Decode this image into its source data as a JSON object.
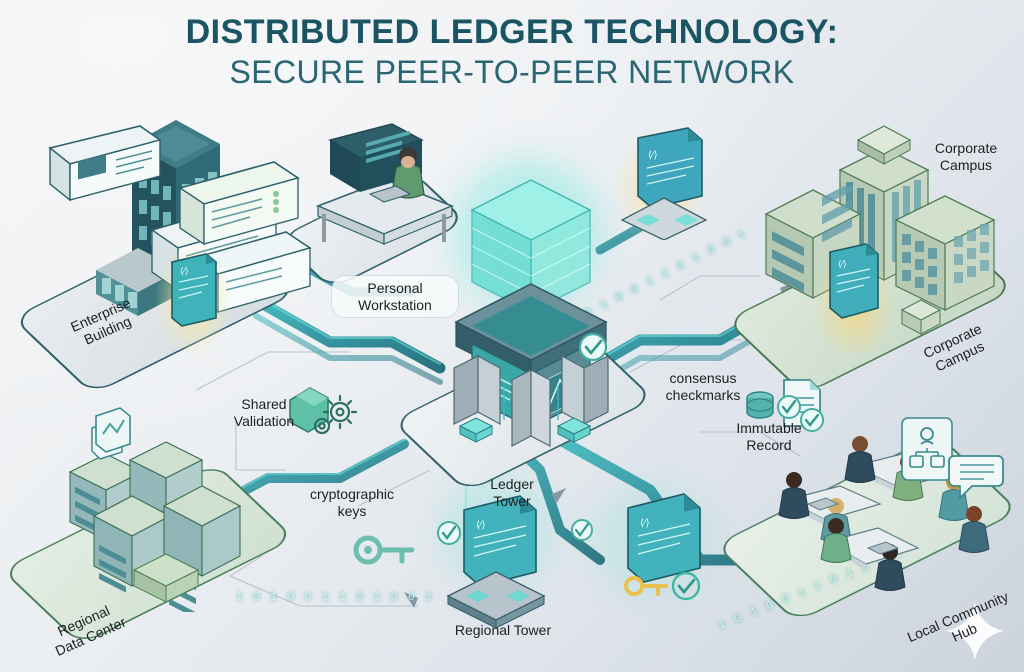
{
  "title": {
    "line1": "DISTRIBUTED LEDGER TECHNOLOGY:",
    "line2": "SECURE PEER-TO-PEER NETWORK"
  },
  "colors": {
    "title_dark": "#1b5563",
    "title_light": "#2a6573",
    "teal_dark": "#245b66",
    "teal_mid": "#2f7f8c",
    "cyan_glow": "#4fd8d0",
    "green_pad": "#b9d6bd",
    "sage_building": "#c3d4c0",
    "highlight_yellow": "#f7e9b0",
    "bg_top_left": "#f2f3f4",
    "bg_bottom_right": "#ccd3dc"
  },
  "nodes": [
    {
      "id": "enterprise-building",
      "label": "Enterprise\nBuilding",
      "rotated": true
    },
    {
      "id": "personal-workstation",
      "label": "Personal\nWorkstation",
      "rotated": false
    },
    {
      "id": "ledger-tower",
      "label": "Ledger\nTower",
      "rotated": false
    },
    {
      "id": "corporate-campus-top",
      "label": "Corporate\nCampus",
      "rotated": false
    },
    {
      "id": "corporate-campus-pad",
      "label": "Corporate\nCampus",
      "rotated": true
    },
    {
      "id": "regional-data-center",
      "label": "Regional\nData Center",
      "rotated": true
    },
    {
      "id": "regional-tower",
      "label": "Regional Tower",
      "rotated": false
    },
    {
      "id": "local-community-hub",
      "label": "Local Community\nHub",
      "rotated": true
    }
  ],
  "annotations": [
    {
      "id": "shared-validation",
      "label": "Shared\nValidation",
      "icon": "gears-icon"
    },
    {
      "id": "cryptographic-keys",
      "label": "cryptographic\nkeys",
      "icon": "key-icon"
    },
    {
      "id": "consensus-checkmarks",
      "label": "consensus\ncheckmarks",
      "icon": "check-document-icon"
    },
    {
      "id": "immutable-record",
      "label": "Immutable\nRecord",
      "icon": "database-check-icon"
    }
  ],
  "data_stream_text": "1 0 1 0 0 1 1 0 1 0 0 1",
  "icons": {
    "key": "key-icon",
    "check": "check-circle-icon",
    "gear": "gear-icon",
    "document": "document-icon",
    "database": "database-icon",
    "shield": "shield-icon",
    "crystal": "crystal-cube-icon",
    "sparkle": "sparkle-icon"
  }
}
